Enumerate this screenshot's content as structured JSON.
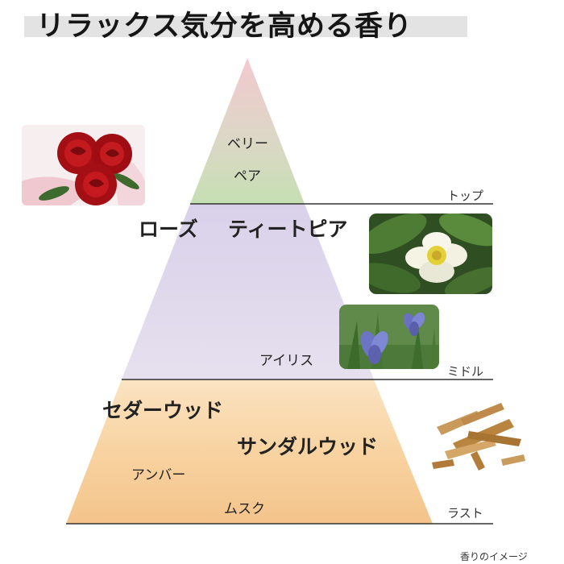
{
  "title": "リラックス気分を高める香り",
  "tiers": {
    "top": {
      "label": "トップ",
      "notes": [
        {
          "name": "ベリー",
          "emphasis": false
        },
        {
          "name": "ペア",
          "emphasis": false
        }
      ]
    },
    "middle": {
      "label": "ミドル",
      "notes": [
        {
          "name": "ローズ",
          "emphasis": true
        },
        {
          "name": "ティートピア",
          "emphasis": true
        },
        {
          "name": "アイリス",
          "emphasis": false
        }
      ]
    },
    "last": {
      "label": "ラスト",
      "notes": [
        {
          "name": "セダーウッド",
          "emphasis": true
        },
        {
          "name": "サンダルウッド",
          "emphasis": true
        },
        {
          "name": "アンバー",
          "emphasis": false
        },
        {
          "name": "ムスク",
          "emphasis": false
        }
      ]
    }
  },
  "caption": "香りのイメージ",
  "colors": {
    "top_tier": "#cfe0bd",
    "middle_tier": "#ddd6ea",
    "last_tier": "#f7cf9c",
    "rule": "#333333",
    "title_band": "#e3e3e3"
  },
  "images": [
    "rose-photo",
    "tea-flower-photo",
    "iris-photo",
    "sandalwood-chips-photo"
  ]
}
